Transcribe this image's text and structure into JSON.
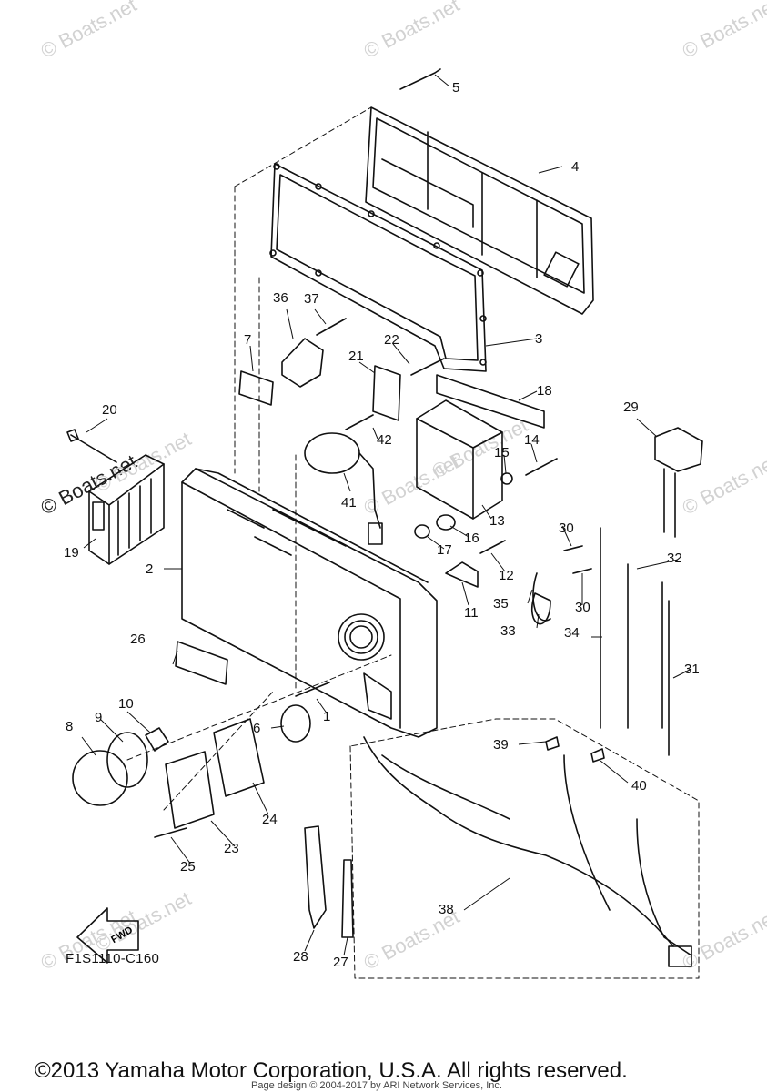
{
  "watermarks": [
    "© Boats.net",
    "© Boats.net",
    "© Boats.net",
    "© Boats.net",
    "© Boats.net",
    "© Boats.net",
    "© Boats.net",
    "© Boats.net",
    "© Boats.net",
    "© Boats.net",
    "© Boats.net",
    "© Boats.net"
  ],
  "callouts": [
    "1",
    "2",
    "3",
    "4",
    "5",
    "6",
    "7",
    "8",
    "9",
    "10",
    "11",
    "12",
    "13",
    "14",
    "15",
    "16",
    "17",
    "18",
    "19",
    "20",
    "21",
    "22",
    "23",
    "24",
    "25",
    "26",
    "27",
    "28",
    "29",
    "30",
    "30",
    "31",
    "32",
    "33",
    "34",
    "35",
    "36",
    "37",
    "38",
    "39",
    "40",
    "41",
    "42"
  ],
  "fwd_label": "FWD",
  "diagram_code": "F1S1110-C160",
  "copyright": "©2013 Yamaha Motor Corporation, U.S.A. All rights reserved.",
  "credit": "Page design © 2004-2017 by ARI Network Services, Inc."
}
